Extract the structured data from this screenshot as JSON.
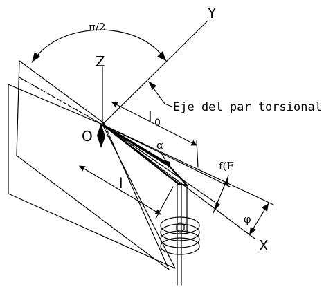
{
  "labels": {
    "y_axis": "Y",
    "z_axis": "Z",
    "x_axis": "X",
    "origin": "O",
    "right_angle": "π/2",
    "axis_note": "Eje del par torsional",
    "length_l0": "l",
    "length_l0_sub": "0",
    "length_l": "l",
    "angle_alpha": "α",
    "deflection": "f(F",
    "angle_phi": "φ"
  }
}
